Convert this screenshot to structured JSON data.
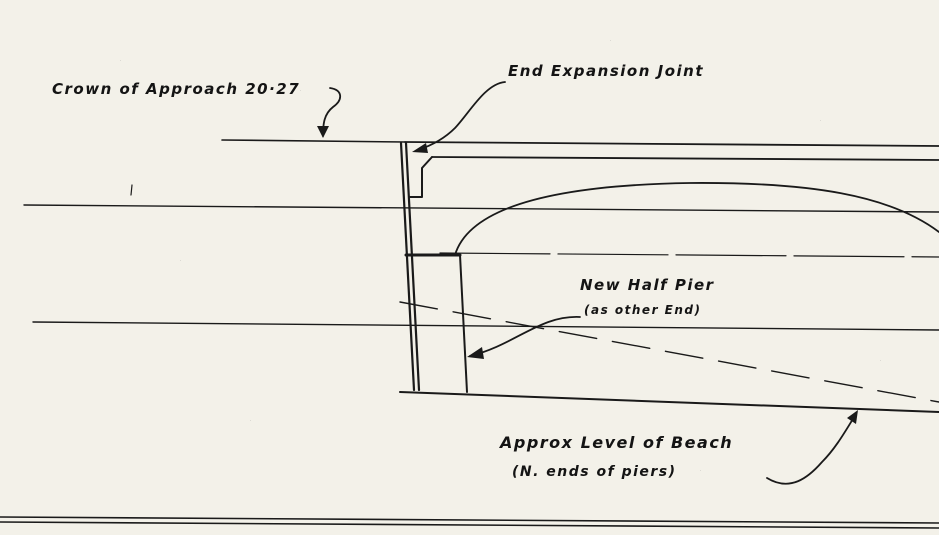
{
  "labels": {
    "crown": "Crown of Approach 20·27",
    "end_joint": "End Expansion Joint",
    "half_pier_line1": "New Half Pier",
    "half_pier_line2": "(as other End)",
    "beach_line1": "Approx Level of Beach",
    "beach_line2": "(N. ends of piers)"
  },
  "colors": {
    "paper": "#f3f1e9",
    "ink": "#1a1a1a"
  }
}
